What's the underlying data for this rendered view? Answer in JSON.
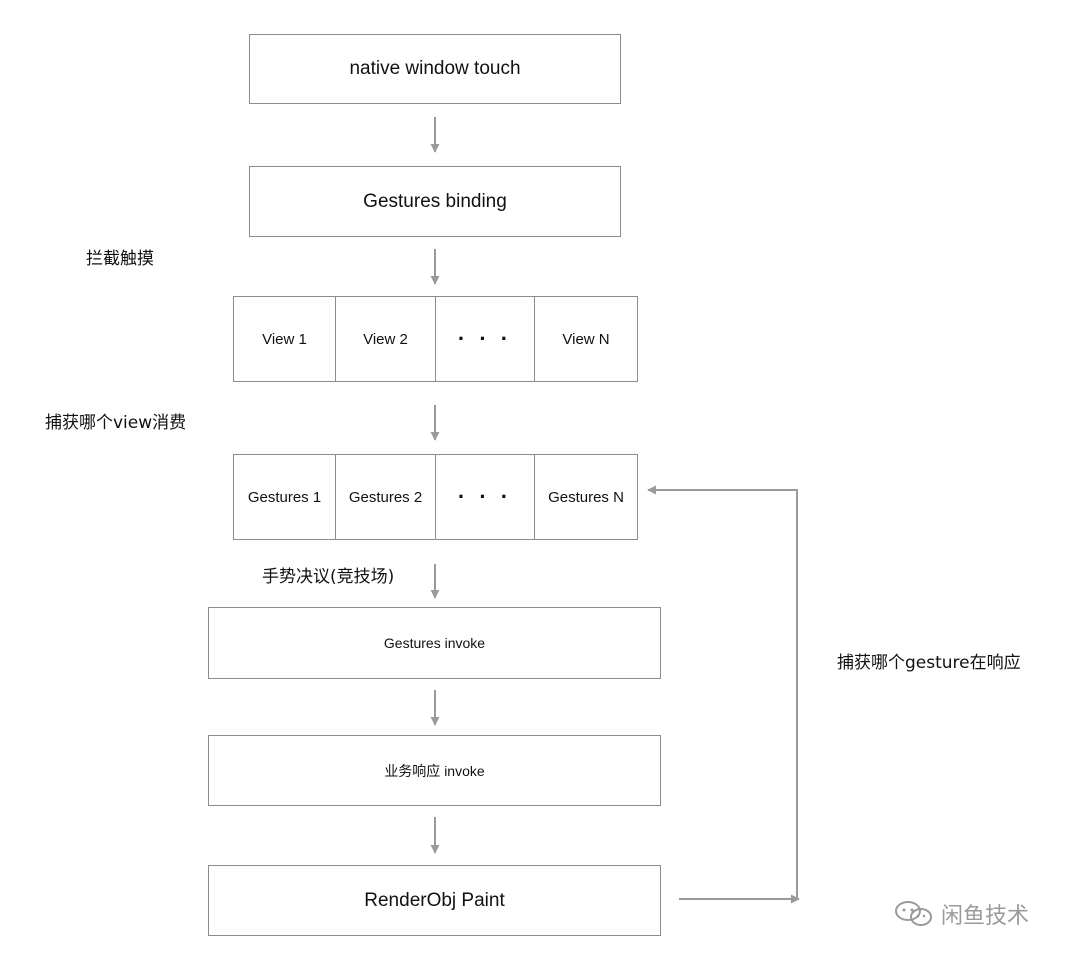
{
  "boxes": {
    "native_window_touch": "native window touch",
    "gestures_binding": "Gestures binding",
    "gestures_invoke": "Gestures invoke",
    "business_invoke": "业务响应 invoke",
    "renderobj_paint": "RenderObj Paint"
  },
  "views_row": [
    "View 1",
    "View 2",
    "· · ·",
    "View N"
  ],
  "gestures_row": [
    "Gestures 1",
    "Gestures 2",
    "· · ·",
    "Gestures N"
  ],
  "labels": {
    "intercept_touch": "拦截触摸",
    "capture_view": "捕获哪个view消费",
    "gesture_arena": "手势决议(竞技场)",
    "capture_gesture": "捕获哪个gesture在响应"
  },
  "watermark": "闲鱼技术",
  "colors": {
    "border": "#8c8c8c",
    "arrow": "#9a9a9a",
    "text": "#111111"
  }
}
